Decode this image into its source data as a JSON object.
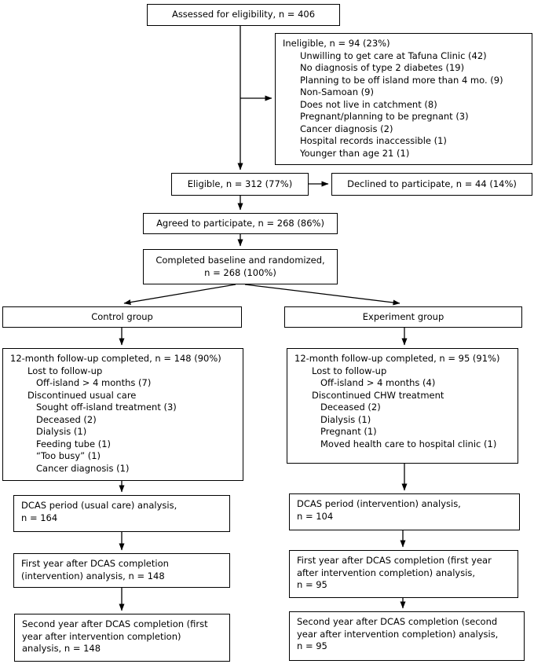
{
  "diagram": {
    "boxes": {
      "assessed": {
        "lines": [
          {
            "text": "Assessed for eligibility, n = 406",
            "indent": 0
          }
        ]
      },
      "ineligible": {
        "lines": [
          {
            "text": "Ineligible, n = 94 (23%)",
            "indent": 0
          },
          {
            "text": "Unwilling to get care at Tafuna Clinic (42)",
            "indent": 1
          },
          {
            "text": "No diagnosis of type 2 diabetes (19)",
            "indent": 1
          },
          {
            "text": "Planning to be off island more than 4 mo. (9)",
            "indent": 1
          },
          {
            "text": "Non-Samoan (9)",
            "indent": 1
          },
          {
            "text": "Does not live in catchment (8)",
            "indent": 1
          },
          {
            "text": "Pregnant/planning to be pregnant (3)",
            "indent": 1
          },
          {
            "text": "Cancer diagnosis (2)",
            "indent": 1
          },
          {
            "text": "Hospital records inaccessible (1)",
            "indent": 1
          },
          {
            "text": "Younger than age 21 (1)",
            "indent": 1
          }
        ]
      },
      "eligible": {
        "lines": [
          {
            "text": "Eligible, n = 312 (77%)",
            "indent": 0
          }
        ]
      },
      "declined": {
        "lines": [
          {
            "text": "Declined to participate, n = 44 (14%)",
            "indent": 0
          }
        ]
      },
      "agreed": {
        "lines": [
          {
            "text": "Agreed to participate, n = 268 (86%)",
            "indent": 0
          }
        ]
      },
      "randomized": {
        "lines": [
          {
            "text": "Completed baseline and randomized,",
            "indent": 0
          },
          {
            "text": "n = 268 (100%)",
            "indent": 0
          }
        ]
      },
      "control_group": {
        "lines": [
          {
            "text": "Control group",
            "indent": 0
          }
        ]
      },
      "experiment_group": {
        "lines": [
          {
            "text": "Experiment group",
            "indent": 0
          }
        ]
      },
      "control_followup": {
        "lines": [
          {
            "text": "12-month follow-up completed, n = 148 (90%)",
            "indent": 0
          },
          {
            "text": "Lost to follow-up",
            "indent": 1
          },
          {
            "text": "Off-island > 4 months (7)",
            "indent": 2
          },
          {
            "text": "Discontinued usual care",
            "indent": 1
          },
          {
            "text": "Sought off-island treatment (3)",
            "indent": 2
          },
          {
            "text": "Deceased (2)",
            "indent": 2
          },
          {
            "text": "Dialysis (1)",
            "indent": 2
          },
          {
            "text": "Feeding tube (1)",
            "indent": 2
          },
          {
            "text": "“Too busy” (1)",
            "indent": 2
          },
          {
            "text": "Cancer diagnosis (1)",
            "indent": 2
          }
        ]
      },
      "experiment_followup": {
        "lines": [
          {
            "text": "12-month follow-up completed, n = 95 (91%)",
            "indent": 0
          },
          {
            "text": "Lost to follow-up",
            "indent": 1
          },
          {
            "text": "Off-island > 4 months (4)",
            "indent": 2
          },
          {
            "text": "Discontinued CHW treatment",
            "indent": 1
          },
          {
            "text": "Deceased (2)",
            "indent": 2
          },
          {
            "text": "Dialysis (1)",
            "indent": 2
          },
          {
            "text": "Pregnant (1)",
            "indent": 2
          },
          {
            "text": "Moved health care to hospital clinic (1)",
            "indent": 2
          }
        ]
      },
      "control_dcas": {
        "lines": [
          {
            "text": "DCAS period (usual care) analysis,",
            "indent": 0
          },
          {
            "text": "n = 164",
            "indent": 0
          }
        ]
      },
      "experiment_dcas": {
        "lines": [
          {
            "text": "DCAS period (intervention) analysis,",
            "indent": 0
          },
          {
            "text": "n = 104",
            "indent": 0
          }
        ]
      },
      "control_year1": {
        "lines": [
          {
            "text": "First year after DCAS completion",
            "indent": 0
          },
          {
            "text": "(intervention) analysis, n = 148",
            "indent": 0
          }
        ]
      },
      "experiment_year1": {
        "lines": [
          {
            "text": "First year after DCAS completion (first year",
            "indent": 0
          },
          {
            "text": "after intervention completion) analysis,",
            "indent": 0
          },
          {
            "text": "n = 95",
            "indent": 0
          }
        ]
      },
      "control_year2": {
        "lines": [
          {
            "text": "Second year after DCAS completion (first",
            "indent": 0
          },
          {
            "text": "year after intervention completion)",
            "indent": 0
          },
          {
            "text": "analysis, n = 148",
            "indent": 0
          }
        ]
      },
      "experiment_year2": {
        "lines": [
          {
            "text": "Second year after DCAS completion (second",
            "indent": 0
          },
          {
            "text": "year after intervention completion) analysis,",
            "indent": 0
          },
          {
            "text": "n = 95",
            "indent": 0
          }
        ]
      }
    },
    "colors": {
      "border": "#000000",
      "background": "#ffffff",
      "text": "#000000",
      "arrow": "#000000"
    }
  }
}
